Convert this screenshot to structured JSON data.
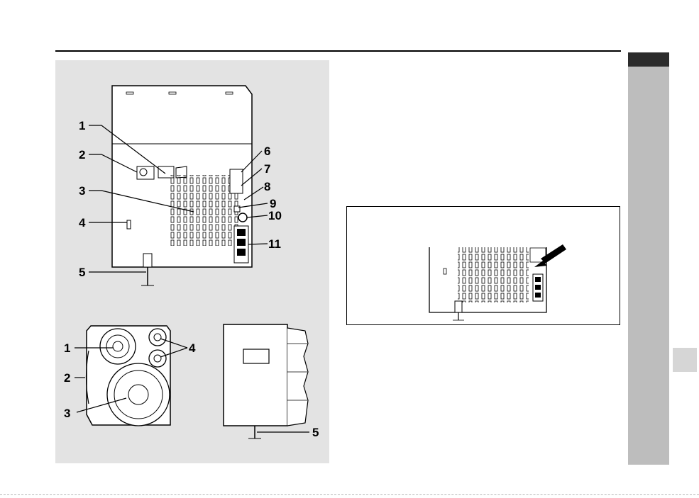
{
  "figure": {
    "rear_view_callouts": [
      "1",
      "2",
      "3",
      "4",
      "5",
      "6",
      "7",
      "8",
      "9",
      "10",
      "11"
    ],
    "speaker_front_callouts": [
      "1",
      "2",
      "3",
      "4"
    ],
    "speaker_side_callouts": [
      "5"
    ]
  },
  "colors": {
    "panel_background": "#e3e3e3",
    "side_tab": "#bdbdbd",
    "side_tab_header": "#2b2b2b",
    "side_tab_marker": "#d6d6d6"
  }
}
